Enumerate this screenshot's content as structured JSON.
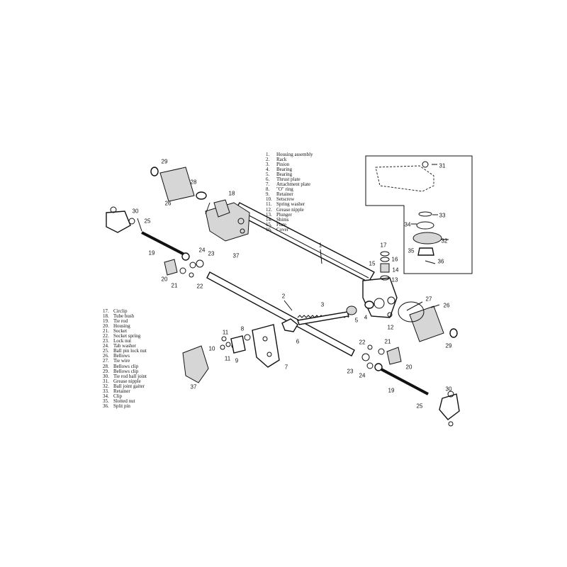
{
  "legend_top": [
    {
      "n": "1.",
      "t": "Housing assembly"
    },
    {
      "n": "2.",
      "t": "Rack"
    },
    {
      "n": "3.",
      "t": "Pinion"
    },
    {
      "n": "4.",
      "t": "Bearing"
    },
    {
      "n": "5.",
      "t": "Bearing"
    },
    {
      "n": "6.",
      "t": "Thrust plate"
    },
    {
      "n": "7.",
      "t": "Attachment plate"
    },
    {
      "n": "8.",
      "t": "\"O\" ring"
    },
    {
      "n": "9.",
      "t": "Retainer"
    },
    {
      "n": "10.",
      "t": "Setscrew"
    },
    {
      "n": "11.",
      "t": "Spring washer"
    },
    {
      "n": "12.",
      "t": "Grease nipple"
    },
    {
      "n": "13.",
      "t": "Plunger"
    },
    {
      "n": "14.",
      "t": "Shims"
    },
    {
      "n": "15.",
      "t": "Plate"
    },
    {
      "n": "16.",
      "t": "Cover"
    }
  ],
  "legend_bottom": [
    {
      "n": "17.",
      "t": "Circlip"
    },
    {
      "n": "18.",
      "t": "Tube bush"
    },
    {
      "n": "19.",
      "t": "Tie rod"
    },
    {
      "n": "20.",
      "t": "Housing"
    },
    {
      "n": "21.",
      "t": "Socket"
    },
    {
      "n": "22.",
      "t": "Socket spring"
    },
    {
      "n": "23.",
      "t": "Lock nut"
    },
    {
      "n": "24.",
      "t": "Tab washer"
    },
    {
      "n": "25.",
      "t": "Ball pin lock nut"
    },
    {
      "n": "26.",
      "t": "Bellows"
    },
    {
      "n": "27.",
      "t": "Tie wire"
    },
    {
      "n": "28.",
      "t": "Bellows clip"
    },
    {
      "n": "29.",
      "t": "Bellows clip"
    },
    {
      "n": "30.",
      "t": "Tie rod ball joint"
    },
    {
      "n": "31.",
      "t": "Grease nipple"
    },
    {
      "n": "32.",
      "t": "Ball joint gaiter"
    },
    {
      "n": "33.",
      "t": "Retainer"
    },
    {
      "n": "34.",
      "t": "Clip"
    },
    {
      "n": "35.",
      "t": "Slotted nut"
    },
    {
      "n": "36.",
      "t": "Split pin"
    }
  ],
  "callouts": [
    "29",
    "26",
    "28",
    "18",
    "30",
    "25",
    "19",
    "37",
    "24",
    "23",
    "20",
    "21",
    "22",
    "1",
    "17",
    "16",
    "15",
    "14",
    "13",
    "31",
    "33",
    "34",
    "32",
    "35",
    "36",
    "2",
    "3",
    "5",
    "4",
    "12",
    "27",
    "26",
    "29",
    "6",
    "8",
    "11",
    "10",
    "9",
    "11",
    "7",
    "37",
    "22",
    "21",
    "20",
    "23",
    "24",
    "19",
    "30",
    "25"
  ]
}
